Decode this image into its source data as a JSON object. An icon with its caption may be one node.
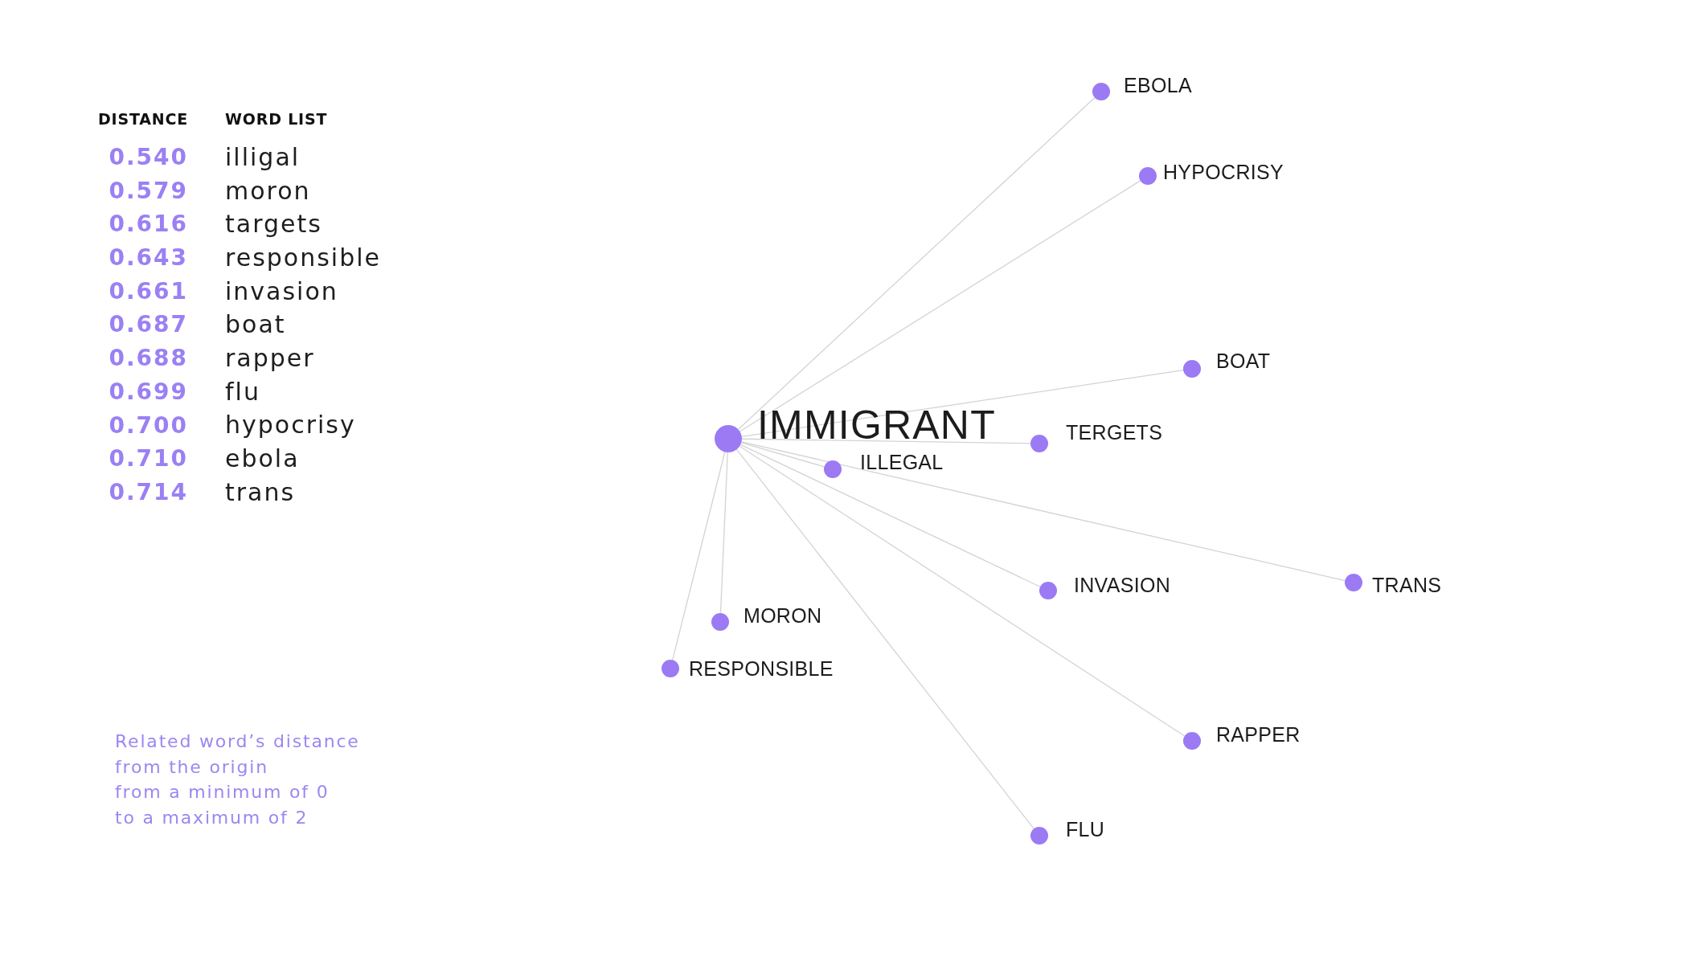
{
  "diagram": {
    "nodes": [
      {
        "text": [
          "EBOLA"
        ]
      },
      {
        "text": [
          "HYPOCRISY"
        ]
      },
      {
        "text": [
          "BOAT"
        ]
      },
      {
        "text": [
          "IMMIGRANT"
        ]
      },
      {
        "text": [
          "TERGETS"
        ]
      },
      {
        "text": [
          "ILLEGAL"
        ]
      },
      {
        "text": [
          "INVASION"
        ]
      },
      {
        "text": [
          "TRANS"
        ]
      },
      {
        "text": [
          "MORON"
        ]
      },
      {
        "text": [
          "RESPONSIBLE"
        ]
      },
      {
        "text": [
          "RAPPER"
        ]
      },
      {
        "text": [
          "FLU"
        ]
      }
    ],
    "edges": [
      {
        "from": 3,
        "to": 0,
        "arrow": "none"
      },
      {
        "from": 3,
        "to": 1,
        "arrow": "none"
      },
      {
        "from": 3,
        "to": 2,
        "arrow": "none"
      },
      {
        "from": 3,
        "to": 4,
        "arrow": "none"
      },
      {
        "from": 3,
        "to": 5,
        "arrow": "none"
      },
      {
        "from": 3,
        "to": 6,
        "arrow": "none"
      },
      {
        "from": 3,
        "to": 7,
        "arrow": "none"
      },
      {
        "from": 3,
        "to": 8,
        "arrow": "none"
      },
      {
        "from": 3,
        "to": 9,
        "arrow": "none"
      },
      {
        "from": 3,
        "to": 10,
        "arrow": "none"
      },
      {
        "from": 3,
        "to": 11,
        "arrow": "none"
      }
    ],
    "labels": [
      "DISTANCE",
      "WORD LIST",
      "0.540",
      "illigal",
      "0.579",
      "moron",
      "0.616",
      "targets",
      "0.643",
      "responsible",
      "0.661",
      "invasion",
      "0.687",
      "boat",
      "0.688",
      "rapper",
      "0.699",
      "flu",
      "0.700",
      "hypocrisy",
      "0.710",
      "ebola",
      "0.714",
      "trans",
      "Related word’s distance from the origin",
      "from a minimum of 0 to a maximum of 2"
    ]
  }
}
